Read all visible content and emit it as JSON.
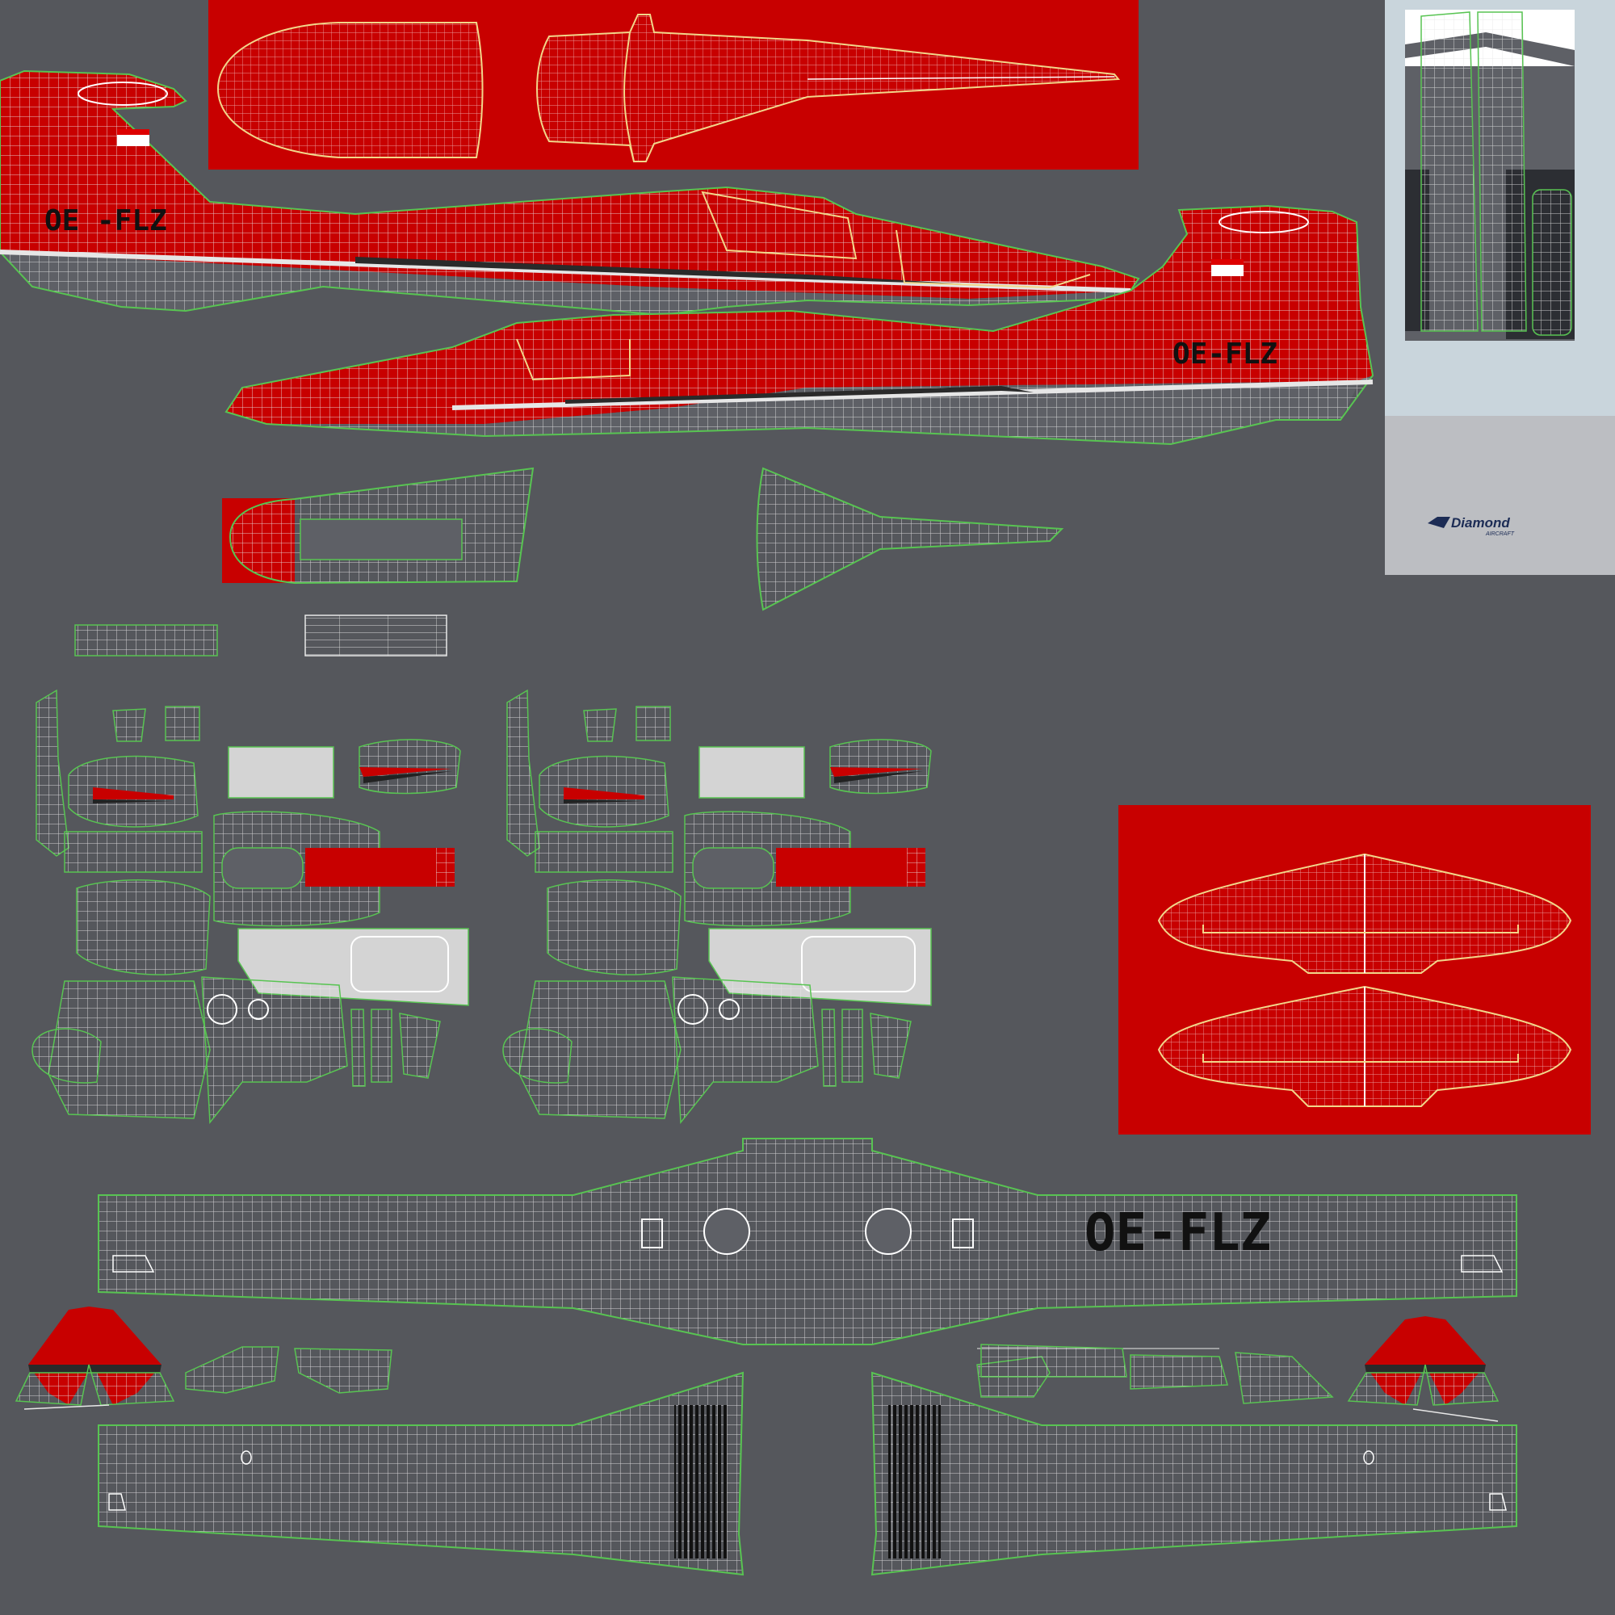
{
  "registration": "OE-FLZ",
  "registration_partial": "OE -FLZ",
  "brand": {
    "name": "Diamond",
    "sub": "AIRCRAFT"
  },
  "colors": {
    "background": "#55575c",
    "livery_red": "#c80000",
    "panel_grey": "#5e6066",
    "wire_white": "#e8e8e8",
    "seam_green": "#58c452",
    "stripe_black": "#2a2a2a",
    "placard_light": "#c9d5dc",
    "placard_panel": "#bcbec2",
    "brand_blue": "#1c2c55"
  },
  "icons": {
    "brand_mark": "diamond-logo-icon",
    "flag": "austria-flag-icon"
  }
}
